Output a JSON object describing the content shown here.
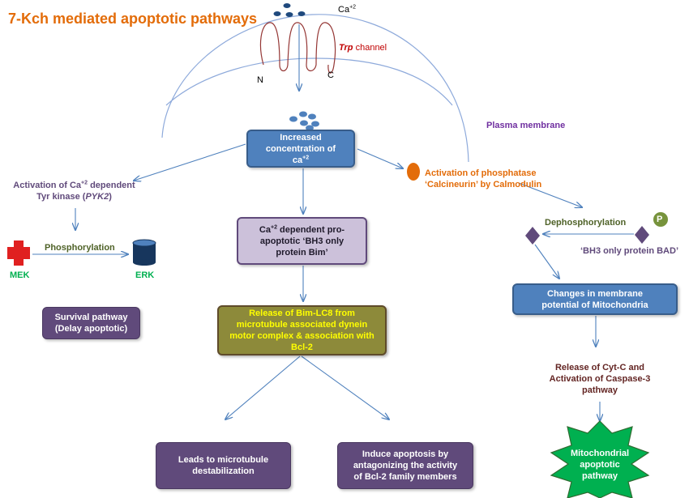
{
  "title": "7-Kch mediated apoptotic pathways",
  "colors": {
    "title": "#e36c09",
    "purple_text": "#604a7b",
    "orange_text": "#e36c09",
    "green_text": "#00b050",
    "dark_red_text": "#632523",
    "channel_label": "#c00000",
    "arrow": "#4f81bd",
    "ion": "#1f497d"
  },
  "membrane": {
    "ion_label": "Ca",
    "ion_charge": "+2",
    "channel_italic": "Trp",
    "channel_rest": " channel",
    "n_terminus": "N",
    "c_terminus": "C",
    "plasma_membrane": "Plasma membrane"
  },
  "nodes": {
    "increased_ca": {
      "line1": "Increased",
      "line2": "concentration of",
      "line3": "ca",
      "sup": "+2"
    },
    "pyk2": {
      "line1_pre": "Activation of Ca",
      "line1_sup": "+2",
      "line1_post": " dependent",
      "line2_pre": "Tyr kinase (",
      "line2_italic": "PYK2",
      "line2_post": ")"
    },
    "phosphorylation": "Phosphorylation",
    "mek": "MEK",
    "erk": "ERK",
    "survival": {
      "line1": "Survival pathway",
      "line2": "(Delay apoptotic)"
    },
    "bim": {
      "line1_pre": "Ca",
      "line1_sup": "+2",
      "line1_post": " dependent pro-",
      "line2": "apoptotic ‘BH3 only",
      "line3": "protein Bim’"
    },
    "bim_lc8": {
      "line1": "Release of Bim-LC8  from",
      "line2": "microtubule associated dynein",
      "line3": "motor complex & association with",
      "line4": "Bcl-2"
    },
    "microtubule": {
      "line1": "Leads to microtubule",
      "line2": "destabilization"
    },
    "bcl2": {
      "line1": "Induce apoptosis by",
      "line2": "antagonizing the  activity",
      "line3": "of Bcl-2 family members"
    },
    "calcineurin": {
      "line1": "Activation of phosphatase",
      "line2": "‘Calcineurin’ by Calmodulin"
    },
    "dephosphorylation": "Dephosphorylation",
    "p_marker": "P",
    "bad": "‘BH3 only protein BAD’",
    "membrane_potential": {
      "line1": "Changes in membrane",
      "line2": "potential of Mitochondria"
    },
    "cytc": {
      "line1": "Release of Cyt-C and",
      "line2": "Activation of Caspase-3",
      "line3": "pathway"
    },
    "mito": {
      "line1": "Mitochondrial",
      "line2": "apoptotic",
      "line3": "pathway"
    }
  }
}
